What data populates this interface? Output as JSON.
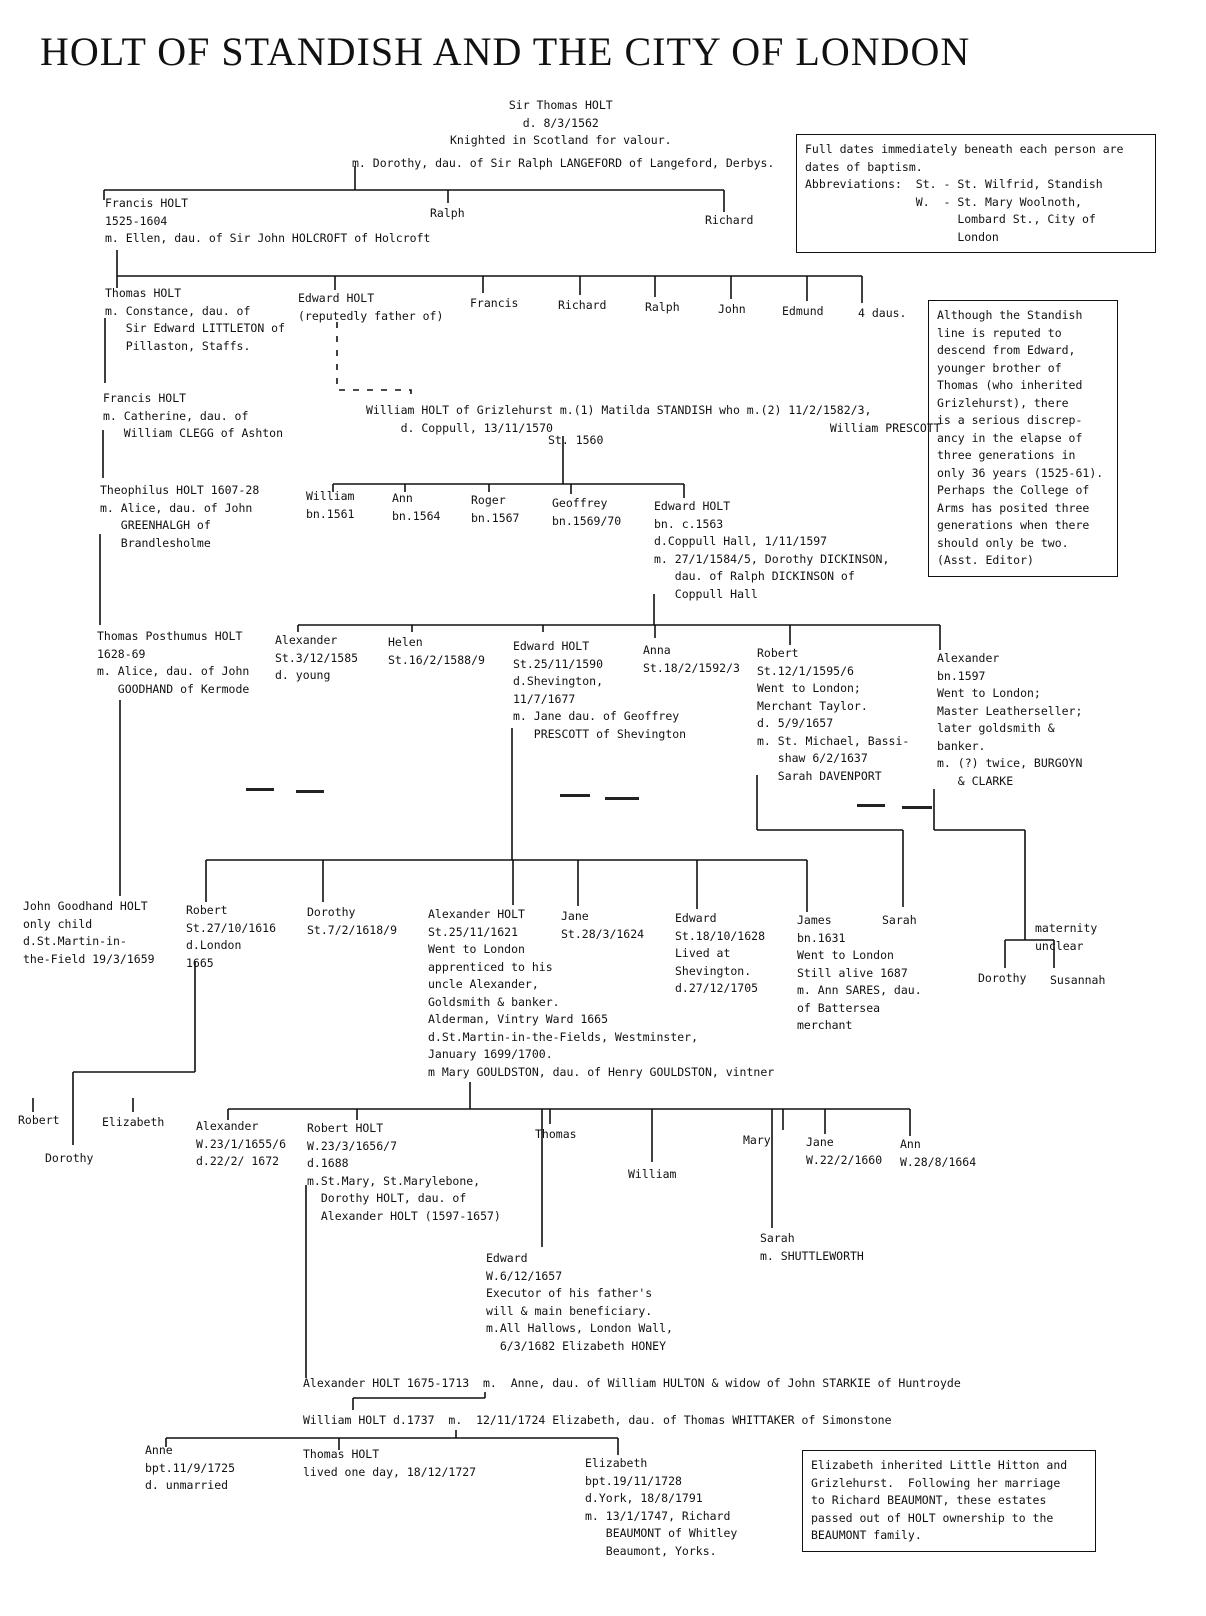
{
  "title": "HOLT OF STANDISH AND THE CITY OF LONDON",
  "notes": {
    "abbrev": "Full dates immediately beneath each person are\ndates of baptism.\nAbbreviations:  St. - St. Wilfrid, Standish\n                W.  - St. Mary Woolnoth,\n                      Lombard St., City of\n                      London",
    "standish": "Although the Standish\nline is reputed to\ndescend from Edward,\nyounger brother of\nThomas (who inherited\nGrizlehurst), there\nis a serious discrep-\nancy in the elapse of\nthree generations in\nonly 36 years (1525-61).\nPerhaps the College of\nArms has posited three\ngenerations when there\nshould only be two.\n(Asst. Editor)",
    "elizabeth": "Elizabeth inherited Little Hitton and\nGrizlehurst.  Following her marriage\nto Richard BEAUMONT, these estates\npassed out of HOLT ownership to the\nBEAUMONT family."
  },
  "people": {
    "sir_thomas": "Sir Thomas HOLT\nd. 8/3/1562\nKnighted in Scotland for valour.",
    "sir_thomas_m": "m. Dorothy, dau. of Sir Ralph LANGEFORD of Langeford, Derbys.",
    "francis1": "Francis HOLT\n1525-1604\nm. Ellen, dau. of Sir John HOLCROFT of Holcroft",
    "ralph1": "Ralph",
    "richard1": "Richard",
    "thomas2": "Thomas HOLT\nm. Constance, dau. of\n   Sir Edward LITTLETON of\n   Pillaston, Staffs.",
    "edward2": "Edward HOLT\n(reputedly father of)",
    "francis2": "Francis",
    "richard2": "Richard",
    "ralph2": "Ralph",
    "john2": "John",
    "edmund2": "Edmund",
    "daus2": "4 daus.",
    "francis3": "Francis HOLT\nm. Catherine, dau. of\n   William CLEGG of Ashton",
    "william3": "William HOLT of Grizlehurst m.(1) Matilda STANDISH who m.(2) 11/2/1582/3,\n     d. Coppull, 13/11/1570                                        William PRESCOTT",
    "st1560": "St. 1560",
    "theophilus": "Theophilus HOLT 1607-28\nm. Alice, dau. of John\n   GREENHALGH of\n   Brandlesholme",
    "william4": "William\nbn.1561",
    "ann4": "Ann\nbn.1564",
    "roger4": "Roger\nbn.1567",
    "geoffrey4": "Geoffrey\nbn.1569/70",
    "edward4": "Edward HOLT\nbn. c.1563\nd.Coppull Hall, 1/11/1597\nm. 27/1/1584/5, Dorothy DICKINSON,\n   dau. of Ralph DICKINSON of\n   Coppull Hall",
    "thomas_posthumus": "Thomas Posthumus HOLT\n1628-69\nm. Alice, dau. of John\n   GOODHAND of Kermode",
    "alexander5a": "Alexander\nSt.3/12/1585\nd. young",
    "helen5": "Helen\nSt.16/2/1588/9",
    "edward5": "Edward HOLT\nSt.25/11/1590\nd.Shevington,\n11/7/1677\nm. Jane dau. of Geoffrey\n   PRESCOTT of Shevington",
    "anna5": "Anna\nSt.18/2/1592/3",
    "robert5": "Robert\nSt.12/1/1595/6\nWent to London;\nMerchant Taylor.\nd. 5/9/1657\nm. St. Michael, Bassi-\n   shaw 6/2/1637\n   Sarah DAVENPORT",
    "alexander5b": "Alexander\nbn.1597\nWent to London;\nMaster Leatherseller;\nlater goldsmith &\nbanker.\nm. (?) twice, BURGOYN\n   & CLARKE",
    "john_goodhand": "John Goodhand HOLT\nonly child\nd.St.Martin-in-\nthe-Field 19/3/1659",
    "robert6": "Robert\nSt.27/10/1616\nd.London\n1665",
    "dorothy6": "Dorothy\nSt.7/2/1618/9",
    "alexander6": "Alexander HOLT\nSt.25/11/1621\nWent to London\napprenticed to his\nuncle Alexander,\nGoldsmith & banker.\nAlderman, Vintry Ward 1665\nd.St.Martin-in-the-Fields, Westminster,\nJanuary 1699/1700.\nm Mary GOULDSTON, dau. of Henry GOULDSTON, vintner",
    "jane6": "Jane\nSt.28/3/1624",
    "edward6": "Edward\nSt.18/10/1628\nLived at\nShevington.\nd.27/12/1705",
    "james6": "James\nbn.1631\nWent to London\nStill alive 1687\nm. Ann SARES, dau.\nof Battersea\nmerchant",
    "sarah6": "Sarah",
    "maternity": "maternity\nunclear",
    "dorothy6b": "Dorothy",
    "susannah6": "Susannah",
    "robert7": "Robert",
    "elizabeth7": "Elizabeth",
    "dorothy7": "Dorothy",
    "alexander7": "Alexander\nW.23/1/1655/6\nd.22/2/ 1672",
    "robert7b": "Robert HOLT\nW.23/3/1656/7\nd.1688\nm.St.Mary, St.Marylebone,\n  Dorothy HOLT, dau. of\n  Alexander HOLT (1597-1657)",
    "thomas7": "Thomas",
    "william7": "William",
    "mary7": "Mary",
    "jane7": "Jane\nW.22/2/1660",
    "ann7": "Ann\nW.28/8/1664",
    "edward7": "Edward\nW.6/12/1657\nExecutor of his father's\nwill & main beneficiary.\nm.All Hallows, London Wall,\n  6/3/1682 Elizabeth HONEY",
    "sarah7": "Sarah\nm. SHUTTLEWORTH",
    "alexander8": "Alexander HOLT 1675-1713  m.  Anne, dau. of William HULTON & widow of John STARKIE of Huntroyde",
    "william9": "William HOLT d.1737  m.  12/11/1724 Elizabeth, dau. of Thomas WHITTAKER of Simonstone",
    "anne10": "Anne\nbpt.11/9/1725\nd. unmarried",
    "thomas10": "Thomas HOLT\nlived one day, 18/12/1727",
    "elizabeth10": "Elizabeth\nbpt.19/11/1728\nd.York, 18/8/1791\nm. 13/1/1747, Richard\n   BEAUMONT of Whitley\n   Beaumont, Yorks."
  }
}
